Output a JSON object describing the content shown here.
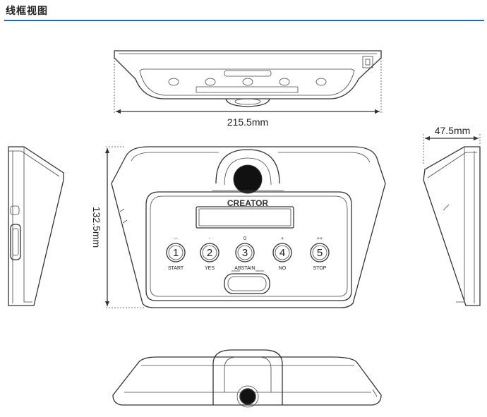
{
  "header": {
    "title": "线框视图"
  },
  "dimensions": {
    "width": "215.5mm",
    "height": "132.5mm",
    "depth": "47.5mm"
  },
  "device": {
    "brand": "CREATOR",
    "buttons": [
      {
        "number": "1",
        "symbol": "--",
        "label": "START"
      },
      {
        "number": "2",
        "symbol": "-",
        "label": "YES"
      },
      {
        "number": "3",
        "symbol": "0",
        "label": "ABSTAIN"
      },
      {
        "number": "4",
        "symbol": "+",
        "label": "NO"
      },
      {
        "number": "5",
        "symbol": "++",
        "label": "STOP"
      }
    ]
  }
}
